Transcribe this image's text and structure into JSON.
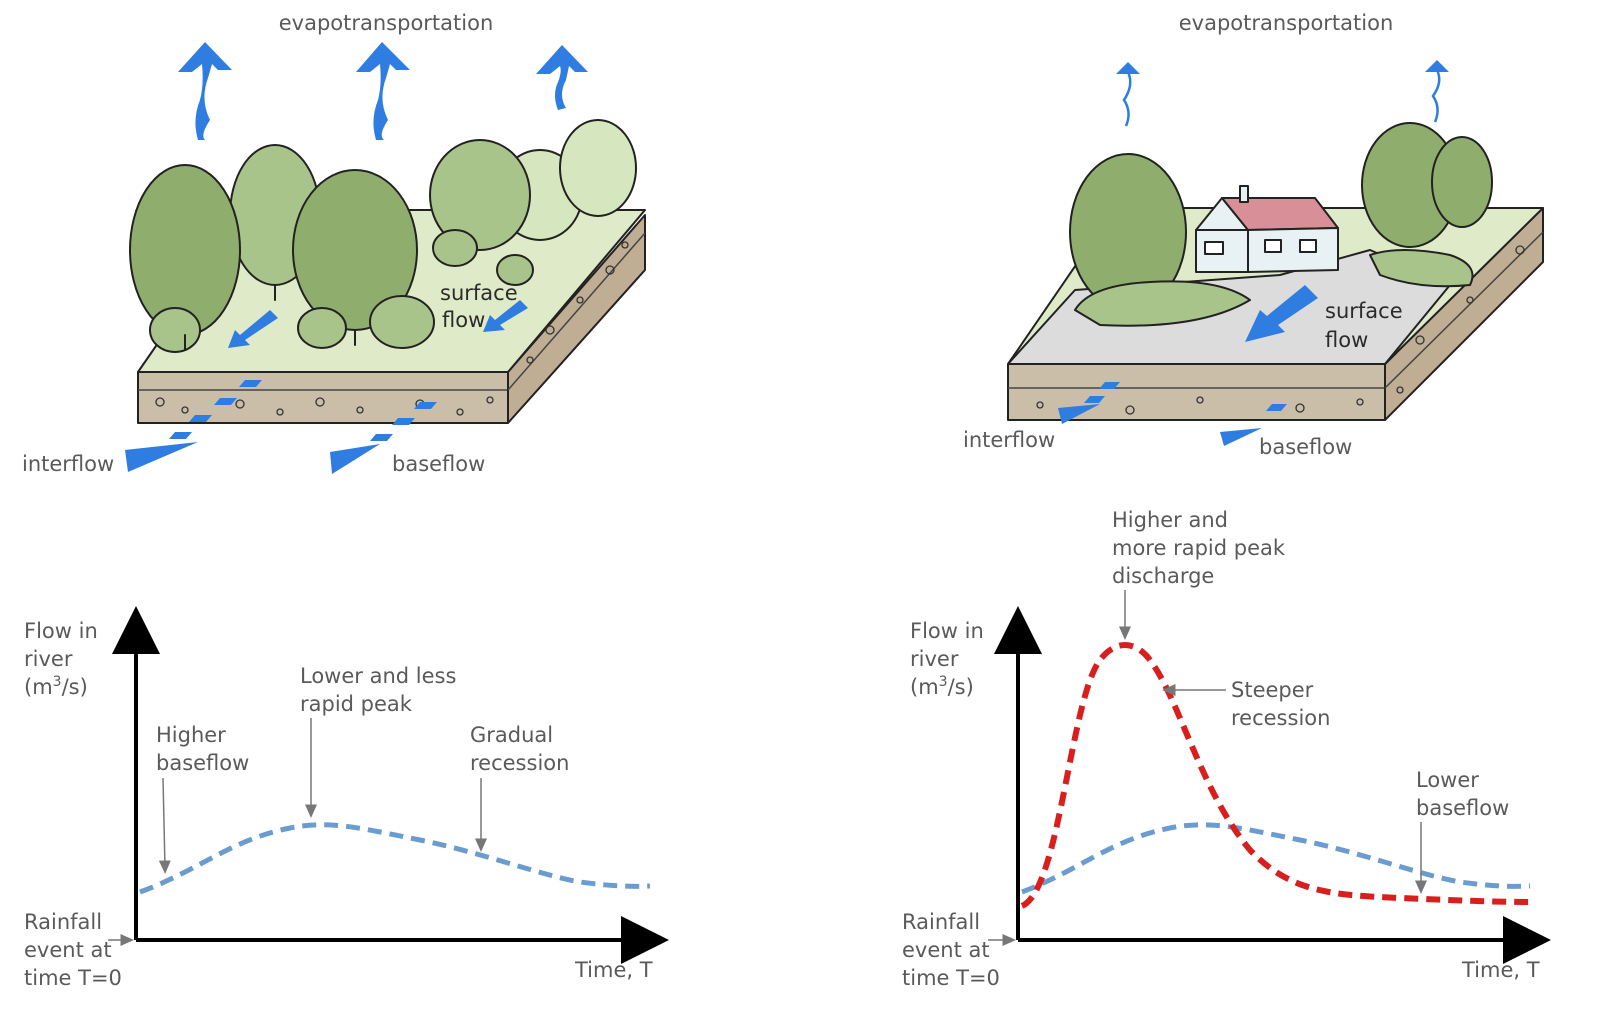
{
  "colors": {
    "water_blue": "#2f7de1",
    "forest_curve": "#6b9ccf",
    "urban_curve": "#d91e1e",
    "tree_dark": "#8fae6e",
    "tree_mid": "#a9c48a",
    "tree_light": "#d6e6bf",
    "ground_green": "#dfebc8",
    "soil": "#cbbea8",
    "pavement": "#dcdcdc",
    "roof": "#d98f98",
    "house_wall": "#e8f1f4"
  },
  "forest": {
    "evapo_label": "evapotransportation",
    "surface_flow_line1": "surface",
    "surface_flow_line2": "flow",
    "interflow_label": "interflow",
    "baseflow_label": "baseflow"
  },
  "urban": {
    "evapo_label": "evapotransportation",
    "surface_flow_line1": "surface",
    "surface_flow_line2": "flow",
    "interflow_label": "interflow",
    "baseflow_label": "baseflow"
  },
  "graph_left": {
    "y_label_line1": "Flow in",
    "y_label_line2": "river",
    "y_label_unit_open": "(m",
    "y_label_unit_sup": "3",
    "y_label_unit_close": "/s)",
    "x_label": "Time, T",
    "rain_line1": "Rainfall",
    "rain_line2": "event at",
    "rain_line3": "time T=0",
    "ann_baseflow_line1": "Higher",
    "ann_baseflow_line2": "baseflow",
    "ann_peak_line1": "Lower and less",
    "ann_peak_line2": "rapid peak",
    "ann_recession_line1": "Gradual",
    "ann_recession_line2": "recession"
  },
  "graph_right": {
    "y_label_line1": "Flow in",
    "y_label_line2": "river",
    "y_label_unit_open": "(m",
    "y_label_unit_sup": "3",
    "y_label_unit_close": "/s)",
    "x_label": "Time, T",
    "rain_line1": "Rainfall",
    "rain_line2": "event at",
    "rain_line3": "time T=0",
    "ann_peak_line1": "Higher and",
    "ann_peak_line2": "more rapid peak",
    "ann_peak_line3": "discharge",
    "ann_recession_line1": "Steeper",
    "ann_recession_line2": "recession",
    "ann_baseflow_line1": "Lower",
    "ann_baseflow_line2": "baseflow"
  }
}
